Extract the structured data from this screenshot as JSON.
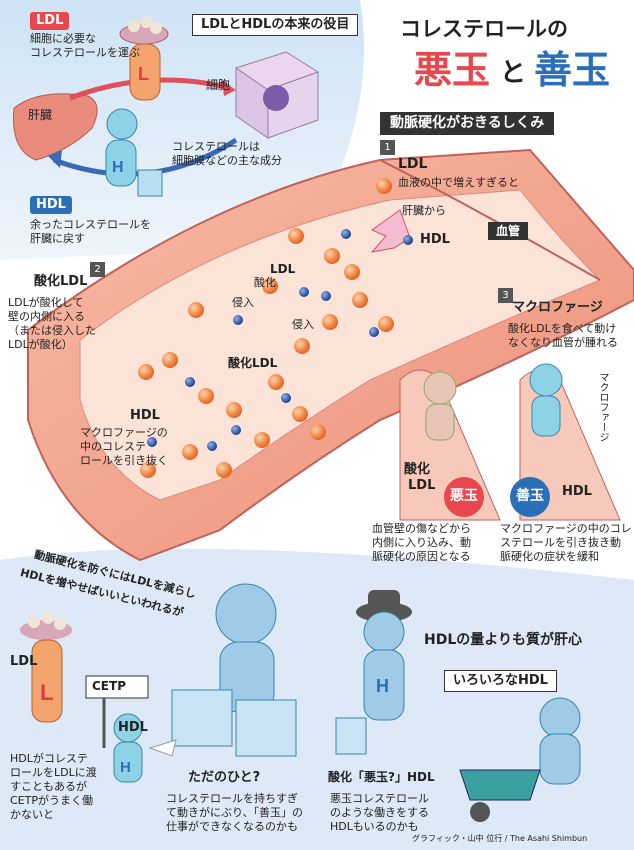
{
  "header": {
    "title_line1": "コレステロールの",
    "bad": "悪玉",
    "to": "と",
    "good": "善玉"
  },
  "roles": {
    "title": "LDLとHDLの本来の役目",
    "ldl_badge": "LDL",
    "ldl_desc1": "細胞に必要な",
    "ldl_desc2": "コレステロールを運ぶ",
    "liver": "肝臓",
    "cell": "細胞",
    "chol_desc1": "コレステロールは",
    "chol_desc2": "細胞膜などの主な成分",
    "hdl_badge": "HDL",
    "hdl_desc1": "余ったコレステロールを",
    "hdl_desc2": "肝臓に戻す"
  },
  "mechanism": {
    "title": "動脈硬化がおきるしくみ",
    "step1_num": "1",
    "step1_title": "LDL",
    "step1_desc": "血液の中で増えすぎると",
    "from_liver": "肝臓から",
    "hdl_label": "HDL",
    "vessel": "血管",
    "step2_num": "2",
    "step2_title": "酸化LDL",
    "step2_desc1": "LDLが酸化して",
    "step2_desc2": "壁の内側に入る",
    "step2_desc3": "（または侵入した",
    "step2_desc4": "LDLが酸化）",
    "ldl_inside": "LDL",
    "oxidize": "酸化",
    "invade1": "侵入",
    "invade2": "侵入",
    "ox_ldl": "酸化LDL",
    "step3_num": "3",
    "step3_title": "マクロファージ",
    "step3_desc1": "酸化LDLを食べて動け",
    "step3_desc2": "なくなり血管が腫れる",
    "hdl_bottom": "HDL",
    "hdl_action1": "マクロファージの",
    "hdl_action2": "中のコレステ",
    "hdl_action3": "ロールを引き抜く"
  },
  "compare": {
    "ox_ldl_l1": "酸化",
    "ox_ldl_l2": "LDL",
    "bad_badge": "悪玉",
    "good_badge": "善玉",
    "hdl": "HDL",
    "macrophage": "マクロファージ",
    "bad_desc1": "血管壁の傷などから",
    "bad_desc2": "内側に入り込み、動",
    "bad_desc3": "脈硬化の原因となる",
    "good_desc1": "マクロファージの中のコレ",
    "good_desc2": "ステロールを引き抜き動",
    "good_desc3": "脈硬化の症状を緩和"
  },
  "bottom": {
    "diag1": "動脈硬化を防ぐにはLDLを減らし",
    "diag2": "HDLを増やせばいいといわれるが",
    "quality": "HDLの量よりも質が肝心",
    "ldl": "LDL",
    "cetp": "CETP",
    "hdl": "HDL",
    "note1": "HDLがコレステ",
    "note2": "ロールをLDLに渡",
    "note3": "すこともあるが",
    "note4": "CETPがうまく働",
    "note5": "かないと",
    "tada_title": "ただのひと?",
    "tada_desc1": "コレステロールを持ちすぎ",
    "tada_desc2": "て動きがにぶり、「善玉」の",
    "tada_desc3": "仕事ができなくなるのかも",
    "various": "いろいろなHDL",
    "ox_title": "酸化「悪玉?」HDL",
    "ox_desc1": "悪玉コレステロール",
    "ox_desc2": "のような働きをする",
    "ox_desc3": "HDLもいるのかも",
    "credit": "グラフィック・山中 位行 / The Asahi Shimbun"
  },
  "colors": {
    "bad_red": "#e8474e",
    "good_blue": "#2a6fb8",
    "vessel": "#f4a896",
    "ldl_ball": "#f27a2c",
    "hdl_ball": "#2f5fb3"
  }
}
